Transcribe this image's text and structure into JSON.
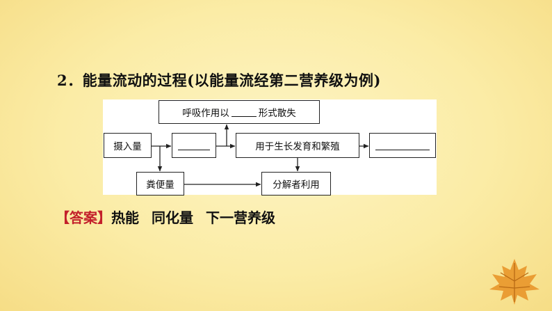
{
  "heading": "2．能量流动的过程(以能量流经第二营养级为例)",
  "diagram": {
    "intake": "摄入量",
    "blank_mid": "",
    "respiration_prefix": "呼吸作用以",
    "respiration_suffix": "形式散失",
    "growth": "用于生长发育和繁殖",
    "blank_right": "",
    "feces": "粪便量",
    "decomposer": "分解者利用"
  },
  "answer": {
    "tag": "【答案】",
    "items": [
      "热能",
      "同化量",
      "下一营养级"
    ]
  },
  "colors": {
    "answer_tag": "#c3202b",
    "background": "#fbeca6",
    "leaf": "#e8962a"
  },
  "decoration": {
    "leaf_icon": "maple-leaf-icon"
  }
}
